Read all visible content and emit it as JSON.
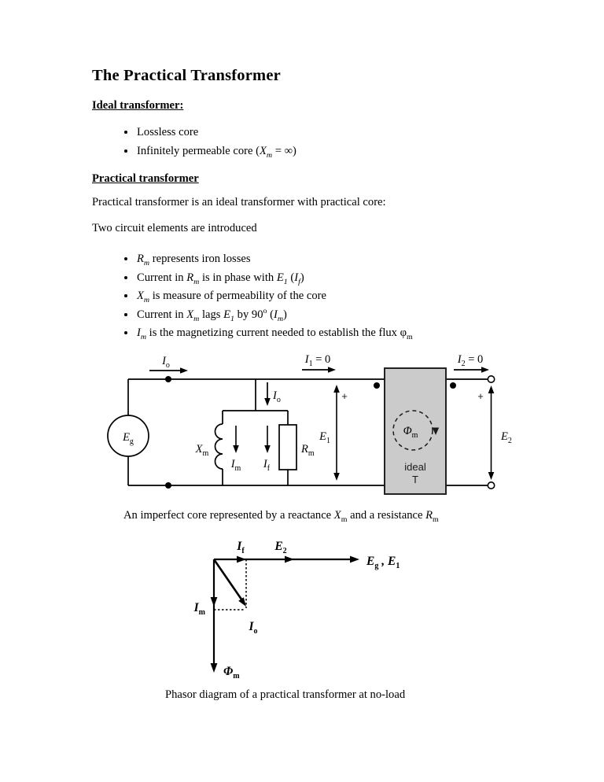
{
  "doc": {
    "title": "The Practical Transformer",
    "ideal_heading": "Ideal transformer:",
    "ideal_bullets": [
      "Lossless core",
      "Infinitely permeable core (<i>X</i><sub><i>m</i></sub> = ∞)"
    ],
    "practical_heading": "Practical transformer",
    "para1": "Practical transformer is an ideal transformer with practical core:",
    "para2": "Two circuit elements are introduced",
    "practical_bullets": [
      "<i>R</i><sub><i>m</i></sub> represents iron losses",
      "Current in <i>R</i><sub><i>m</i></sub> is in phase with <i>E</i><sub><i>1</i></sub> (<i>I</i><sub><i>f</i></sub>)",
      "<i>X</i><sub><i>m</i></sub> is measure of permeability of the core",
      "Current in <i>X</i><sub><i>m</i></sub> lags <i>E</i><sub><i>1</i></sub> by 90<sup>o</sup> (<i>I</i><sub><i>m</i></sub>)",
      "<i>I</i><sub><i>m</i></sub> is the magnetizing current needed to establish the flux φ<sub>m</sub>"
    ],
    "circuit_caption": "An imperfect core represented by a reactance <i>X</i><sub>m</sub> and a resistance <i>R</i><sub>m</sub>",
    "phasor_caption": "Phasor diagram of a practical transformer at no-load"
  },
  "circuit": {
    "colors": {
      "box_fill": "#cbcbcb",
      "line": "#000000"
    },
    "labels": {
      "io_top": "I<tspan class='ss' dy='4'>o</tspan>",
      "i1_zero": "I<tspan class='ss' dy='4'>1</tspan><tspan class='rs' dy='-4'> = 0</tspan>",
      "i2_zero": "I<tspan class='ss' dy='4'>2</tspan><tspan class='rs' dy='-4'> = 0</tspan>",
      "io_branch": "I<tspan class='ss' dy='4'>o</tspan>",
      "eg": "E<tspan class='ss' dy='4'>g</tspan>",
      "xm": "X<tspan class='ss' dy='4'>m</tspan>",
      "rm": "R<tspan class='ss' dy='4'>m</tspan>",
      "im": "I<tspan class='ss' dy='4'>m</tspan>",
      "if": "I<tspan class='ss' dy='4'>f</tspan>",
      "e1": "E<tspan class='ss' dy='4'>1</tspan>",
      "e2": "E<tspan class='ss' dy='4'>2</tspan>",
      "plus_primary": "+",
      "plus_secondary": "+",
      "flux": "Φ<tspan class='ss' dy='4'>m</tspan>",
      "ideal": "ideal",
      "t": "T"
    }
  },
  "phasor": {
    "labels": {
      "if": "I<tspan class='ss' dy='4'>f</tspan>",
      "e2": "E<tspan class='ss' dy='4'>2</tspan>",
      "eg_e1": "E<tspan class='ss' dy='4'>g</tspan><tspan dy='-4'> , E</tspan><tspan class='ss' dy='4'>1</tspan>",
      "im": "I<tspan class='ss' dy='4'>m</tspan>",
      "io": "I<tspan class='ss' dy='4'>o</tspan>",
      "flux": "Φ<tspan class='ss' dy='4'>m</tspan>"
    }
  }
}
